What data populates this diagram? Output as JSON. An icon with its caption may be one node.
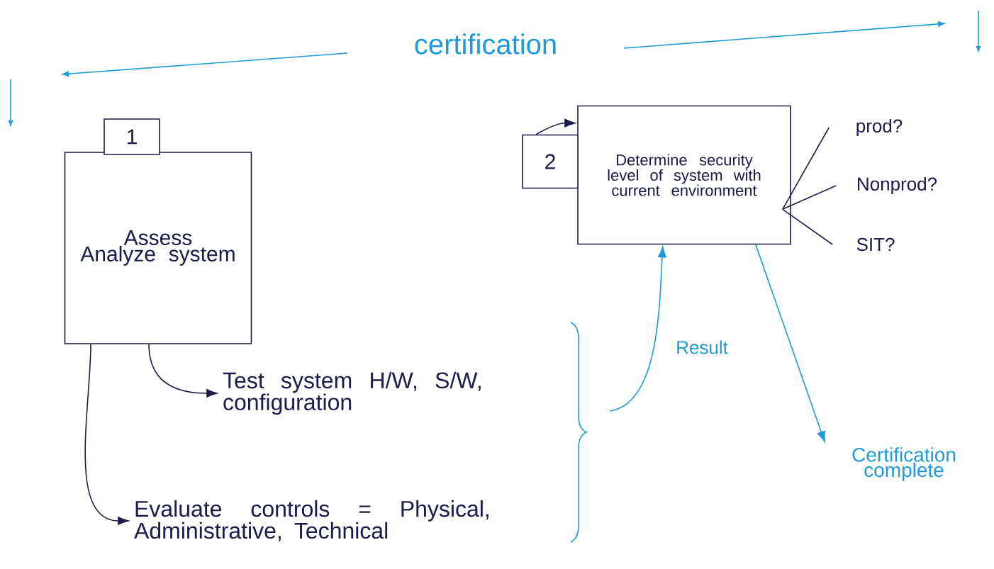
{
  "diagram": {
    "nodes": [
      {
        "text": [
          "Assess Analyze system"
        ]
      },
      {
        "text": [
          "1"
        ]
      },
      {
        "text": [
          "Determine security level of system with current environment"
        ]
      },
      {
        "text": [
          "2"
        ]
      },
      {
        "text": [
          "Test system H/W, S/W, configuration"
        ]
      },
      {
        "text": [
          "Evaluate controls = Physical, Administrative, Technical"
        ]
      },
      {
        "text": [
          "prod?"
        ]
      },
      {
        "text": [
          "Nonprod?"
        ]
      },
      {
        "text": [
          "SIT?"
        ]
      },
      {
        "text": [
          "Certification complete"
        ]
      }
    ],
    "edges": [
      {
        "from": 0,
        "to": 4,
        "arrow": "to"
      },
      {
        "from": 0,
        "to": 5,
        "arrow": "to"
      },
      {
        "from": null,
        "to": 2,
        "arrow": "to",
        "label": "Result",
        "color": "#1e9bd7"
      },
      {
        "from": 2,
        "to": 9,
        "arrow": "to",
        "color": "#1e9bd7"
      },
      {
        "from": 3,
        "to": 2,
        "arrow": "to"
      },
      {
        "from": 2,
        "to": 6,
        "arrow": "none"
      },
      {
        "from": 2,
        "to": 7,
        "arrow": "none"
      },
      {
        "from": 2,
        "to": 8,
        "arrow": "none"
      }
    ],
    "labels": [
      "certification"
    ]
  }
}
